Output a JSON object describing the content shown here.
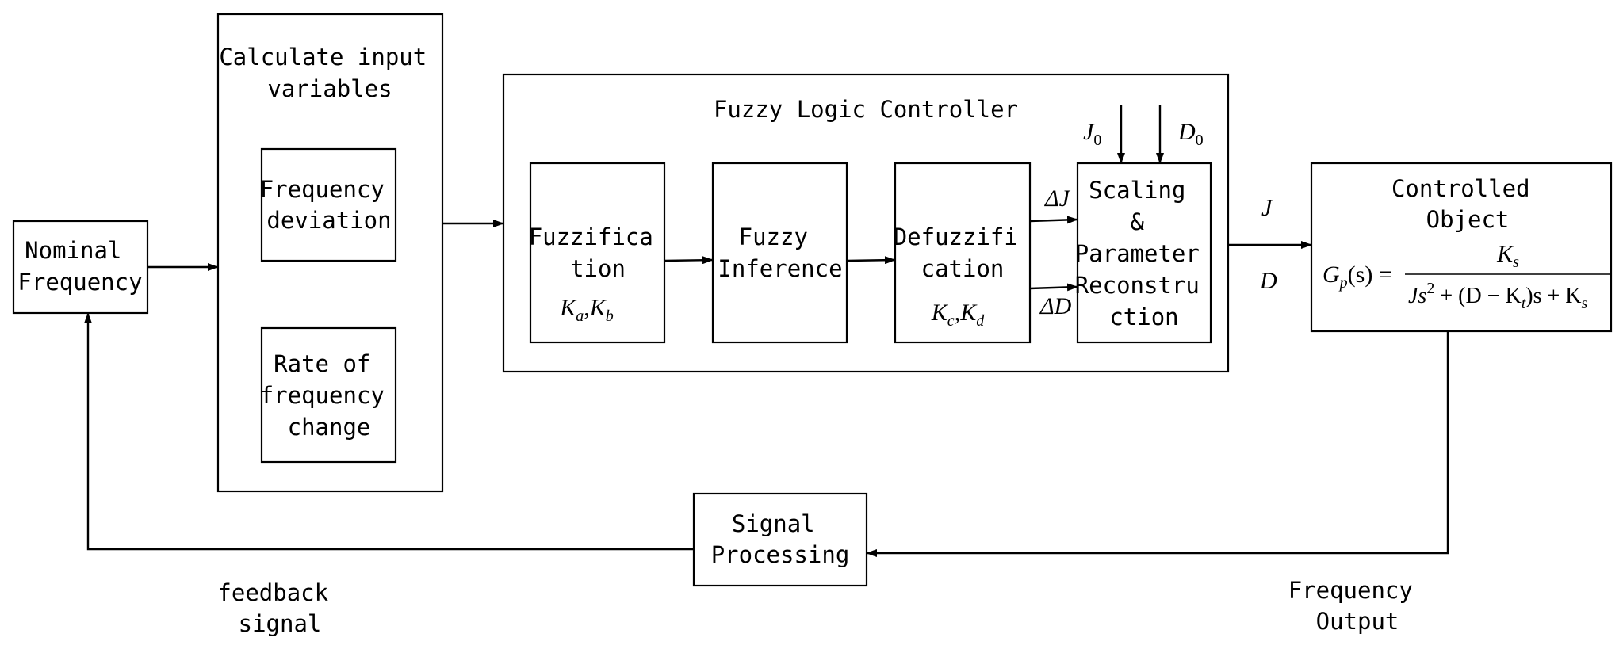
{
  "nodes": {
    "nominal_frequency": [
      "Nominal",
      "Frequency"
    ],
    "calculate_input": [
      "Calculate input",
      "variables"
    ],
    "frequency_deviation": [
      "Frequency",
      "deviation"
    ],
    "rate_of_change": [
      "Rate of",
      "frequency",
      "change"
    ],
    "flc_title": "Fuzzy Logic Controller",
    "fuzzification": [
      "Fuzzifica",
      "tion"
    ],
    "fuzzy_inference": [
      "Fuzzy",
      "Inference"
    ],
    "defuzzification": [
      "Defuzzifi",
      "cation"
    ],
    "scaling": [
      "Scaling",
      "&",
      "Parameter",
      "Reconstru",
      "ction"
    ],
    "controlled_object": [
      "Controlled",
      "Object"
    ],
    "signal_processing": [
      "Signal",
      "Processing"
    ]
  },
  "params": {
    "fuzzification": {
      "k1": "K",
      "k1_sub": "a",
      "sep": ",",
      "k2": "K",
      "k2_sub": "b"
    },
    "defuzzification": {
      "k1": "K",
      "k1_sub": "c",
      "sep": ",",
      "k2": "K",
      "k2_sub": "d"
    }
  },
  "inputs": {
    "j0": "J",
    "j0_sub": "0",
    "d0": "D",
    "d0_sub": "0"
  },
  "edge_labels": {
    "delta_j": "ΔJ",
    "delta_d": "ΔD",
    "j": "J",
    "d": "D",
    "feedback": [
      "feedback",
      "signal"
    ],
    "frequency_output": [
      "Frequency",
      "Output"
    ]
  },
  "transfer_function": {
    "lhs": "G",
    "lhs_sub": "p",
    "lhs_arg": "(s) =",
    "num": "K",
    "num_sub": "s",
    "den_a": "Js",
    "den_exp": "2",
    "den_b": " + (D − K",
    "den_b_sub": "t",
    "den_c": ")s + K",
    "den_c_sub": "s"
  }
}
